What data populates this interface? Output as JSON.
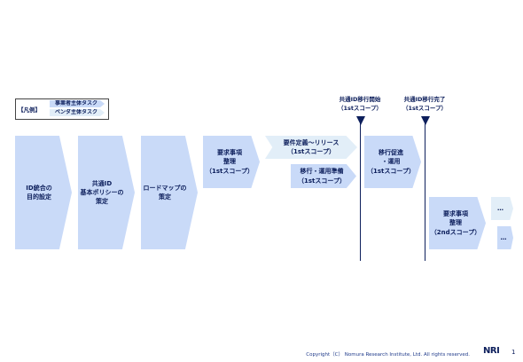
{
  "legend": {
    "title": "【凡例】",
    "items": [
      {
        "key": "client",
        "label": "事業者主体タスク"
      },
      {
        "key": "vendor",
        "label": "ベンダ主体タスク"
      }
    ]
  },
  "flow": {
    "steps": [
      {
        "id": "purpose",
        "type": "client",
        "label": "ID統合の\n目的設定"
      },
      {
        "id": "policy",
        "type": "client",
        "label": "共通ID\n基本ポリシーの\n策定"
      },
      {
        "id": "roadmap",
        "type": "client",
        "label": "ロードマップの\n策定"
      },
      {
        "id": "req1",
        "type": "client",
        "label": "要求事項\n整理\n（1stスコープ）"
      },
      {
        "id": "define",
        "type": "vendor",
        "label": "要件定義～リリース\n（1stスコープ）"
      },
      {
        "id": "migration-prep",
        "type": "client",
        "label": "移行・運用準備\n（1stスコープ）"
      },
      {
        "id": "promote",
        "type": "client",
        "label": "移行促進\n・運用\n（1stスコープ）"
      },
      {
        "id": "req2",
        "type": "client",
        "label": "要求事項\n整理\n（2ndスコープ）"
      },
      {
        "id": "next-vendor",
        "type": "vendor",
        "label": "…"
      },
      {
        "id": "next-client",
        "type": "client",
        "label": "…"
      }
    ]
  },
  "milestones": [
    {
      "id": "start",
      "label": "共通ID移行開始\n（1stスコープ）"
    },
    {
      "id": "complete",
      "label": "共通ID移行完了\n（1stスコープ）"
    }
  ],
  "footer": {
    "copyright": "Copyright（C） Nomura Research Institute, Ltd. All rights reserved.",
    "logo": "NRI",
    "page": "1"
  },
  "colors": {
    "client": "#c9daf8",
    "vendor": "#e2eef8",
    "text": "#0d1f5c"
  }
}
